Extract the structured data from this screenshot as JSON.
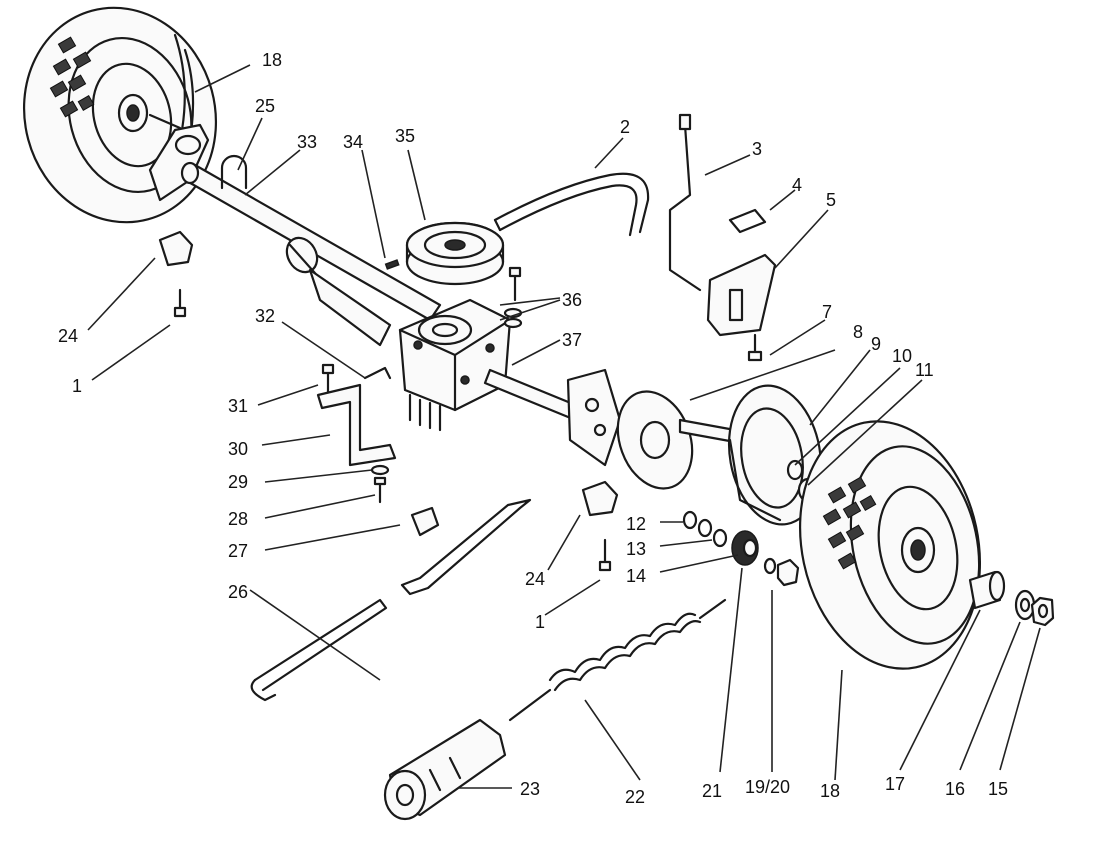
{
  "callouts": {
    "c1a": "1",
    "c1b": "1",
    "c2": "2",
    "c3": "3",
    "c4": "4",
    "c5": "5",
    "c7": "7",
    "c8": "8",
    "c9": "9",
    "c10": "10",
    "c11": "11",
    "c12": "12",
    "c13": "13",
    "c14": "14",
    "c15": "15",
    "c16": "16",
    "c17": "17",
    "c18a": "18",
    "c18b": "18",
    "c1920": "19/20",
    "c21": "21",
    "c22": "22",
    "c23": "23",
    "c24a": "24",
    "c24b": "24",
    "c25": "25",
    "c26": "26",
    "c27": "27",
    "c28": "28",
    "c29": "29",
    "c30": "30",
    "c31": "31",
    "c32": "32",
    "c33": "33",
    "c34": "34",
    "c35": "35",
    "c36": "36",
    "c37": "37"
  }
}
